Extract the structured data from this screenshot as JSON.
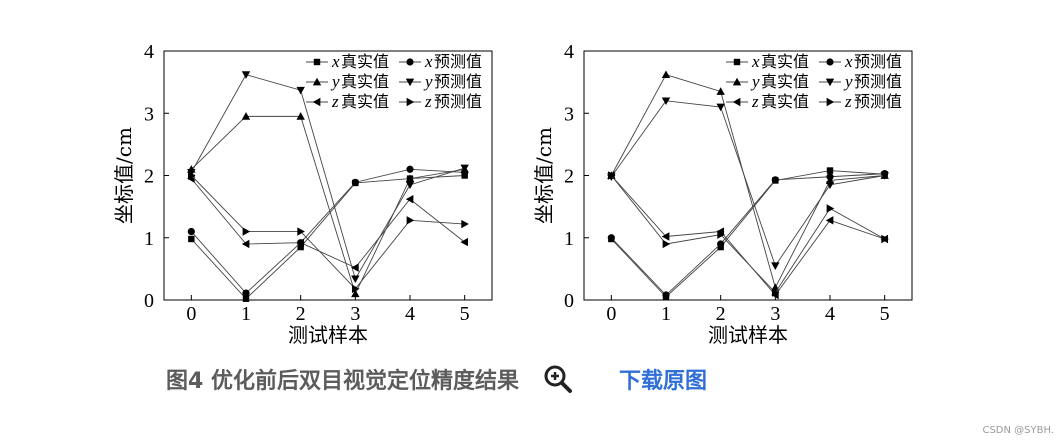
{
  "chart_data": [
    {
      "type": "line",
      "xlabel": "测试样本",
      "ylabel": "坐标值/cm",
      "xlim": [
        -0.5,
        5.5
      ],
      "ylim": [
        0,
        4
      ],
      "xticks": [
        0,
        1,
        2,
        3,
        4,
        5
      ],
      "yticks": [
        0,
        1,
        2,
        3,
        4
      ],
      "grid": false,
      "legend_position": "top-right",
      "x": [
        0,
        1,
        2,
        3,
        4,
        5
      ],
      "series": [
        {
          "var": "x",
          "label": "真实值",
          "marker": "square",
          "values": [
            0.98,
            0.02,
            0.85,
            1.88,
            1.95,
            2.0
          ]
        },
        {
          "var": "x",
          "label": "预测值",
          "marker": "circle",
          "values": [
            1.1,
            0.11,
            0.92,
            1.89,
            2.1,
            2.05
          ]
        },
        {
          "var": "y",
          "label": "真实值",
          "marker": "triangle-up",
          "values": [
            2.1,
            2.95,
            2.95,
            0.1,
            1.95,
            2.1
          ]
        },
        {
          "var": "y",
          "label": "预测值",
          "marker": "triangle-down",
          "values": [
            2.05,
            3.62,
            3.37,
            0.34,
            1.85,
            2.12
          ]
        },
        {
          "var": "z",
          "label": "真实值",
          "marker": "triangle-left",
          "values": [
            1.95,
            0.9,
            0.92,
            0.52,
            1.62,
            0.93
          ]
        },
        {
          "var": "z",
          "label": "预测值",
          "marker": "triangle-right",
          "values": [
            2.0,
            1.1,
            1.1,
            0.18,
            1.28,
            1.22
          ]
        }
      ]
    },
    {
      "type": "line",
      "xlabel": "测试样本",
      "ylabel": "坐标值/cm",
      "xlim": [
        -0.5,
        5.5
      ],
      "ylim": [
        0,
        4
      ],
      "xticks": [
        0,
        1,
        2,
        3,
        4,
        5
      ],
      "yticks": [
        0,
        1,
        2,
        3,
        4
      ],
      "grid": false,
      "legend_position": "top-right",
      "x": [
        0,
        1,
        2,
        3,
        4,
        5
      ],
      "series": [
        {
          "var": "x",
          "label": "真实值",
          "marker": "square",
          "values": [
            0.98,
            0.05,
            0.85,
            1.92,
            2.08,
            2.02
          ]
        },
        {
          "var": "x",
          "label": "预测值",
          "marker": "circle",
          "values": [
            1.0,
            0.08,
            0.9,
            1.93,
            1.98,
            2.03
          ]
        },
        {
          "var": "y",
          "label": "真实值",
          "marker": "triangle-up",
          "values": [
            2.0,
            3.62,
            3.35,
            0.2,
            1.92,
            2.0
          ]
        },
        {
          "var": "y",
          "label": "预测值",
          "marker": "triangle-down",
          "values": [
            1.98,
            3.2,
            3.1,
            0.55,
            1.85,
            2.0
          ]
        },
        {
          "var": "z",
          "label": "真实值",
          "marker": "triangle-left",
          "values": [
            2.0,
            1.02,
            1.1,
            0.08,
            1.28,
            0.98
          ]
        },
        {
          "var": "z",
          "label": "预测值",
          "marker": "triangle-right",
          "values": [
            2.0,
            0.9,
            1.05,
            0.12,
            1.47,
            0.98
          ]
        }
      ]
    }
  ],
  "caption": {
    "title": "图4 优化前后双目视觉定位精度结果",
    "zoom_icon": "zoom-in-icon",
    "download_label": "下载原图"
  },
  "watermark": "CSDN @SYBH."
}
